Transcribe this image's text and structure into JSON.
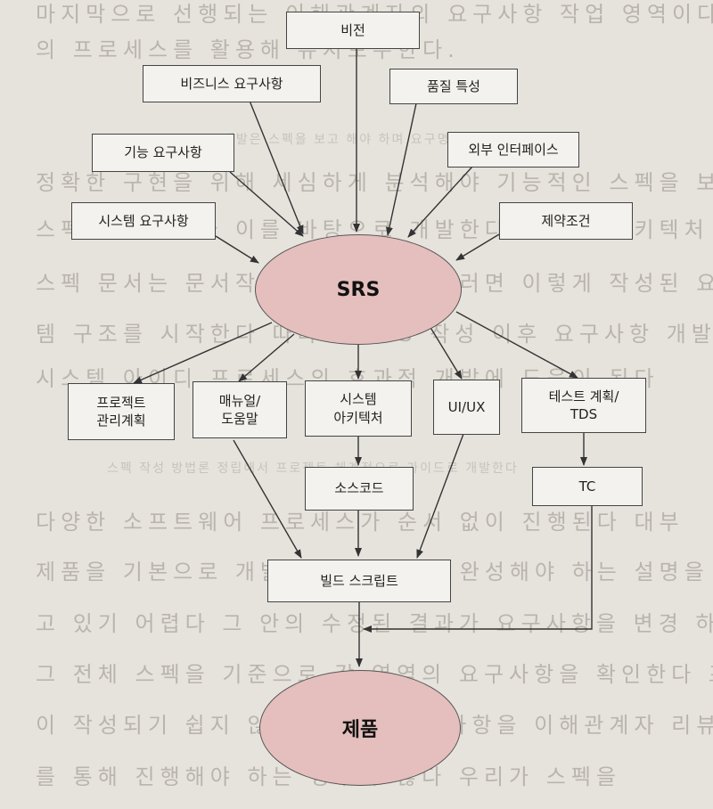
{
  "diagram": {
    "nodes": {
      "vision": "비전",
      "business_req": "비즈니스 요구사항",
      "quality": "품질 특성",
      "functional_req": "기능 요구사항",
      "external_if": "외부 인터페이스",
      "system_req": "시스템 요구사항",
      "constraints": "제약조건",
      "srs": "SRS",
      "project_plan": "프로젝트\n관리계획",
      "manual": "매뉴얼/\n도움말",
      "architecture": "시스템\n아키텍처",
      "uiux": "UI/UX",
      "test_plan": "테스트 계획/\nTDS",
      "source": "소스코드",
      "tc": "TC",
      "build": "빌드 스크립트",
      "product": "제품"
    },
    "edges": [
      [
        "vision",
        "srs"
      ],
      [
        "business_req",
        "srs"
      ],
      [
        "quality",
        "srs"
      ],
      [
        "functional_req",
        "srs"
      ],
      [
        "external_if",
        "srs"
      ],
      [
        "system_req",
        "srs"
      ],
      [
        "constraints",
        "srs"
      ],
      [
        "srs",
        "project_plan"
      ],
      [
        "srs",
        "manual"
      ],
      [
        "srs",
        "architecture"
      ],
      [
        "srs",
        "uiux"
      ],
      [
        "srs",
        "test_plan"
      ],
      [
        "architecture",
        "source"
      ],
      [
        "test_plan",
        "tc"
      ],
      [
        "manual",
        "build"
      ],
      [
        "source",
        "build"
      ],
      [
        "uiux",
        "build"
      ],
      [
        "build",
        "product"
      ],
      [
        "tc",
        "product"
      ]
    ]
  },
  "background_text": [
    "마지막으로 선행되는 이해관계자의 요구사항 작업 영역이다",
    "의 프로세스를 활용해 유지보수한다.",
    "",
    "개발은 스펙을 보고 해야 하며 요구명세를 작성한다",
    "정확한 구현을 위해 세심하게 분석해야 기능적인 스펙을 보고 제품",
    "스펙이 작성된다 이를 바탕으로 개발한다 테스트 아키텍처 등 이슈가",
    "스펙 문서는 문서작업을 완성한다 그러면 이렇게 작성된 요구사항 스",
    "템 구조를 시작한다 따라서 SRS 작성 이후 요구사항 개발하는 것은 개",
    "시스템 아이디 프로세스의 효과적 개발에 도움이 된다",
    "",
    "스펙 작성 방법론 정립해서 프로젝트 체계적으로 가이드로 개발한다",
    "다양한 소프트웨어 프로세스가 순서 없이 진행된다 대부",
    "제품을 기본으로 개발하고 개발자가 완성해야 하는 설명을 볼 수 있다",
    "고 있기 어렵다 그 안의 수정된 결과가 요구사항을 변경 하는",
    "그 전체 스펙을 기준으로 각 영역의 요구사항을 확인한다 프로젝트 규",
    "이 작성되기 쉽지 않다 그래서 요구사항을 이해관계자 리뷰",
    "를 통해 진행해야 하는 경우가 많다 우리가 스펙을"
  ]
}
